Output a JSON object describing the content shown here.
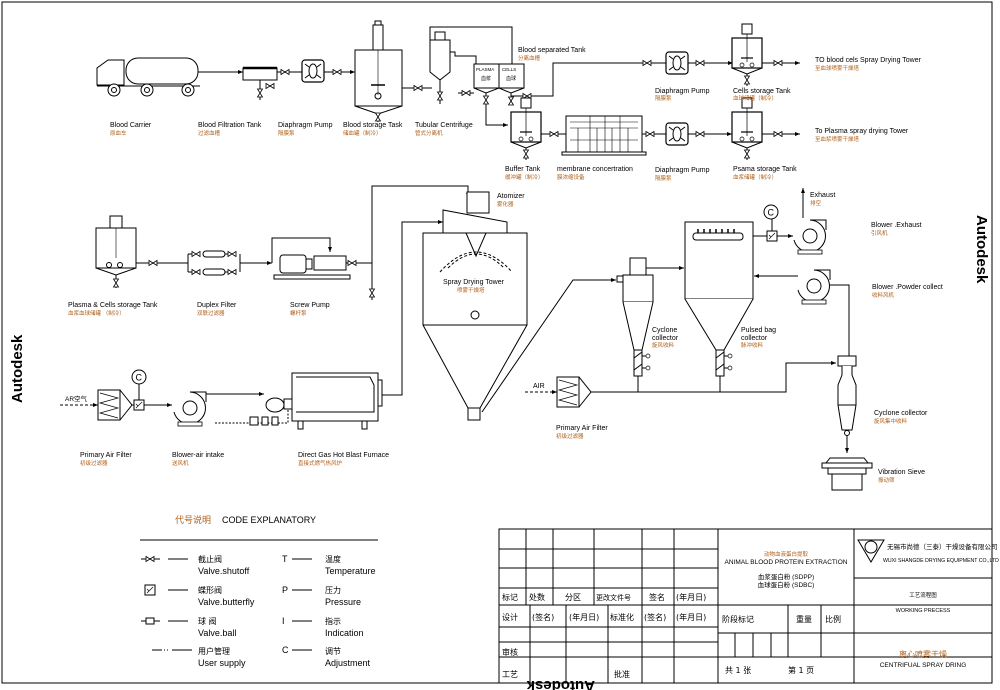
{
  "watermark": "Autodesk",
  "equipment": {
    "blood_carrier": {
      "en": "Blood Carrier",
      "zh": "原血车"
    },
    "blood_filtration_tank": {
      "en": "Blood Filtration Tank",
      "zh": "过滤血槽"
    },
    "diaphragm_pump_1": {
      "en": "Diaphragm Pump",
      "zh": "隔膜泵"
    },
    "blood_storage_tank": {
      "en": "Blood storage Task",
      "zh": "储血罐（制冷）"
    },
    "tubular_centrifuge": {
      "en": "Tubular Centrifuge",
      "zh": "管式分离机"
    },
    "blood_separated_tank": {
      "en": "Blood separated Tank",
      "zh": "分离血槽",
      "plasma": "PLASMA",
      "plasma_zh": "血浆",
      "cells": "CELLS",
      "cells_zh": "血球"
    },
    "diaphragm_pump_2": {
      "en": "Diaphragm Pump",
      "zh": "隔膜泵"
    },
    "cells_storage_tank": {
      "en": "Cells storage Tank",
      "zh": "血球储罐（制冷）"
    },
    "to_cells_tower": {
      "en": "TO blood cels Spray Drying Tower",
      "zh": "至血球喷雾干燥塔"
    },
    "buffer_tank": {
      "en": "Buffer Tank",
      "zh": "缓冲罐（制冷）"
    },
    "membrane": {
      "en": "membrane concertration",
      "zh": "膜浓缩设备"
    },
    "diaphragm_pump_3": {
      "en": "Diaphragm Pump",
      "zh": "隔膜泵"
    },
    "plasma_storage_tank": {
      "en": "Psama storage Tank",
      "zh": "血浆储罐（制冷）"
    },
    "to_plasma_tower": {
      "en": "To Plasma spray drying Tower",
      "zh": "至血浆喷雾干燥塔"
    },
    "plasma_cells_tank": {
      "en": "Plasma & Cells storage Tank",
      "zh": "血浆血球储罐 （制冷）"
    },
    "duplex_filter": {
      "en": "Duplex Filter",
      "zh": "双联过滤器"
    },
    "screw_pump": {
      "en": "Screw Pump",
      "zh": "螺杆泵"
    },
    "atomizer": {
      "en": "Atomizer",
      "zh": "雾化器"
    },
    "spray_tower": {
      "en": "Spray Drying Tower",
      "zh": "喷雾干燥塔"
    },
    "exhaust": {
      "en": "Exhaust",
      "zh": "排空"
    },
    "blower_exhaust": {
      "en": "Blower .Exhaust",
      "zh": "引风机"
    },
    "blower_powder": {
      "en": "Blower .Powder collect",
      "zh": "收料风机"
    },
    "cyclone_1": {
      "en1": "Cyclone",
      "en2": "collector",
      "zh": "旋风收料"
    },
    "bag_collector": {
      "en1": "Pulsed bag",
      "en2": "collector",
      "zh": "脉冲收料"
    },
    "cyclone_2": {
      "en": "Cyclone collector",
      "zh": "旋风集中收料"
    },
    "vibration_sieve": {
      "en": "Vibration Sieve",
      "zh": "振动筛"
    },
    "air_right": {
      "en": "AIR"
    },
    "primary_filter_right": {
      "en": "Primary Air Filter",
      "zh": "初级过滤器"
    },
    "air_left": {
      "en": "AR空气"
    },
    "primary_filter_left": {
      "en": "Primary Air Filter",
      "zh": "初级过滤器"
    },
    "blower_intake": {
      "en": "Blower-air intake",
      "zh": "送风机"
    },
    "furnace": {
      "en": "Direct Gas Hot Blast Furnace",
      "zh": "直接式燃气热风炉"
    },
    "control_symbol": "C"
  },
  "legend": {
    "title_zh": "代号说明",
    "title_en": "CODE EXPLANATORY",
    "items": [
      {
        "zh": "截止阀",
        "en": "Valve.shutoff"
      },
      {
        "zh": "蝶形阀",
        "en": "Valve.butterfly"
      },
      {
        "zh": "球 阀",
        "en": "Valve.ball"
      },
      {
        "zh": "用户管理",
        "en": "User supply"
      }
    ],
    "codes": [
      {
        "code": "T",
        "zh": "温度",
        "en": "Temperature"
      },
      {
        "code": "P",
        "zh": "压力",
        "en": "Pressure"
      },
      {
        "code": "I",
        "zh": "指示",
        "en": "Indication"
      },
      {
        "code": "C",
        "zh": "调节",
        "en": "Adjustment"
      }
    ]
  },
  "title_block": {
    "row_marks": [
      "标记",
      "处数",
      "分区",
      "更改文件号",
      "签名",
      "(年月日)"
    ],
    "row_design": [
      "设计",
      "(签名)",
      "(年月日)",
      "标准化",
      "(签名)",
      "(年月日)"
    ],
    "review": "审核",
    "process": "工艺",
    "approve": "批准",
    "project_zh": "动物血液蛋白提取",
    "project_en": "ANIMAL BLOOD PROTEIN EXTRACTION",
    "product1": "血浆蛋白粉 (SDPP)",
    "product2": "血球蛋白粉 (SDBC)",
    "stage_mark": "阶段标记",
    "weight": "重量",
    "scale": "比例",
    "sheets_total": "共 1 张",
    "sheet_no": "第 1 页",
    "company_zh": "无锡市尚德（三泰）干燥设备有限公司",
    "company_en": "WUXI SHANGDE DRYING EQUIPMENT CO.,LTD",
    "drawing_zh": "工艺流程图",
    "drawing_en": "WORKING PRECESS",
    "name_zh": "离心喷雾干燥",
    "name_en": "CENTRIFUAL SPRAY DRING"
  }
}
